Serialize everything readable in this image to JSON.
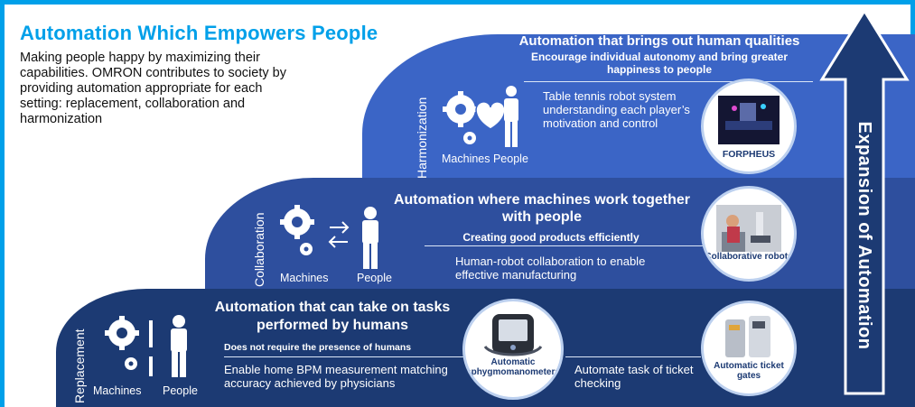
{
  "title": "Automation Which Empowers People",
  "intro": "Making people happy by maximizing their capabilities. OMRON contributes to society by providing automation appropriate for each setting: replacement, collaboration and harmonization",
  "arrow_label": "Expansion of Automation",
  "harmonization": {
    "side_label": "Harmonization",
    "heading": "Automation that brings out human qualities",
    "subheading": "Encourage individual autonomy and bring greater happiness to people",
    "icon_caption": "Machines People",
    "description": "Table tennis robot system understanding each player’s motivation and control",
    "example_label": "FORPHEUS"
  },
  "collaboration": {
    "side_label": "Collaboration",
    "heading": "Automation where machines work together with people",
    "subheading": "Creating good products efficiently",
    "machines_label": "Machines",
    "people_label": "People",
    "description": "Human-robot collaboration to enable effective manufacturing",
    "example_label": "Collaborative robots"
  },
  "replacement": {
    "side_label": "Replacement",
    "heading": "Automation that can take on tasks performed by humans",
    "subheading": "Does not require the presence of humans",
    "machines_label": "Machines",
    "people_label": "People",
    "description": "Enable home BPM measurement matching accuracy achieved by physicians",
    "example1_label": "Automatic sphygmomanometers",
    "example2_description": "Automate task of ticket checking",
    "example2_label": "Automatic ticket gates"
  },
  "colors": {
    "accent": "#00a0e9",
    "harmonization_bg": "#3b65c6",
    "collaboration_bg": "#2e4f9e",
    "replacement_bg": "#1c3a73",
    "arrow_bg": "#1c3a73"
  }
}
